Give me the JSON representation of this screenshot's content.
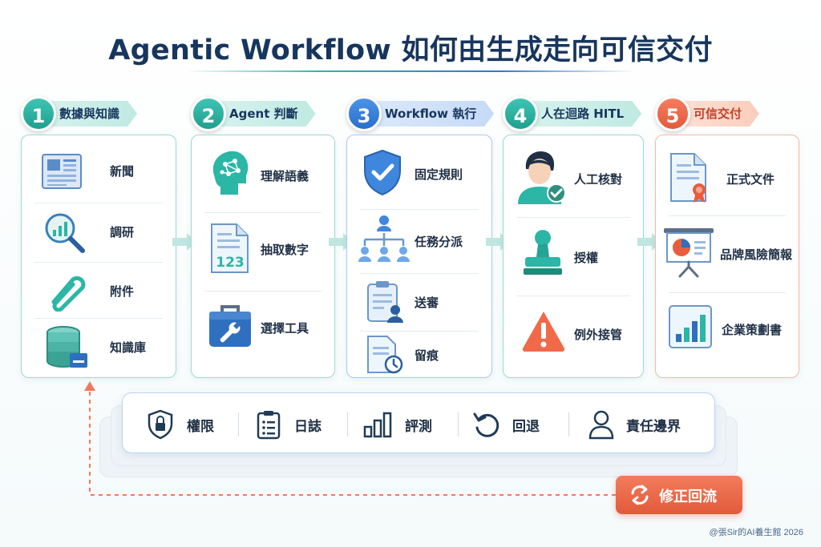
{
  "title": "Agentic Workflow 如何由生成走向可信交付",
  "steps": [
    {
      "number": "1",
      "label": "數據與知識",
      "items": [
        {
          "label": "新聞",
          "icon": "newspaper-icon"
        },
        {
          "label": "調研",
          "icon": "magnifier-chart-icon"
        },
        {
          "label": "附件",
          "icon": "paperclip-icon"
        },
        {
          "label": "知識庫",
          "icon": "database-icon"
        }
      ]
    },
    {
      "number": "2",
      "label": "Agent 判斷",
      "items": [
        {
          "label": "理解語義",
          "icon": "brain-head-icon"
        },
        {
          "label": "抽取數字",
          "icon": "document-numbers-icon",
          "icon_text": "123"
        },
        {
          "label": "選擇工具",
          "icon": "toolbox-icon"
        }
      ]
    },
    {
      "number": "3",
      "label": "Workflow 執行",
      "items": [
        {
          "label": "固定規則",
          "icon": "shield-check-icon"
        },
        {
          "label": "任務分派",
          "icon": "org-chart-icon"
        },
        {
          "label": "送審",
          "icon": "clipboard-user-icon"
        },
        {
          "label": "留痕",
          "icon": "document-clock-icon"
        }
      ]
    },
    {
      "number": "4",
      "label": "人在迴路 HITL",
      "items": [
        {
          "label": "人工核對",
          "icon": "reviewer-icon"
        },
        {
          "label": "授權",
          "icon": "stamp-icon"
        },
        {
          "label": "例外接管",
          "icon": "warning-icon"
        }
      ]
    },
    {
      "number": "5",
      "label": "可信交付",
      "items": [
        {
          "label": "正式文件",
          "icon": "certificate-document-icon"
        },
        {
          "label": "品牌風險簡報",
          "icon": "presentation-board-icon"
        },
        {
          "label": "企業策劃書",
          "icon": "report-chart-icon"
        }
      ]
    }
  ],
  "governance": [
    {
      "label": "權限",
      "icon": "lock-shield-icon"
    },
    {
      "label": "日誌",
      "icon": "clipboard-list-icon"
    },
    {
      "label": "評測",
      "icon": "bar-chart-icon"
    },
    {
      "label": "回退",
      "icon": "undo-icon"
    },
    {
      "label": "責任邊界",
      "icon": "user-icon"
    }
  ],
  "feedback": {
    "label": "修正回流",
    "icon": "refresh-icon"
  },
  "credit": "@張Sir的AI養生館 2026",
  "colors": {
    "teal": "#2bb6a6",
    "blue": "#2f7fd9",
    "orange": "#e85d3e",
    "navy": "#17365d"
  }
}
